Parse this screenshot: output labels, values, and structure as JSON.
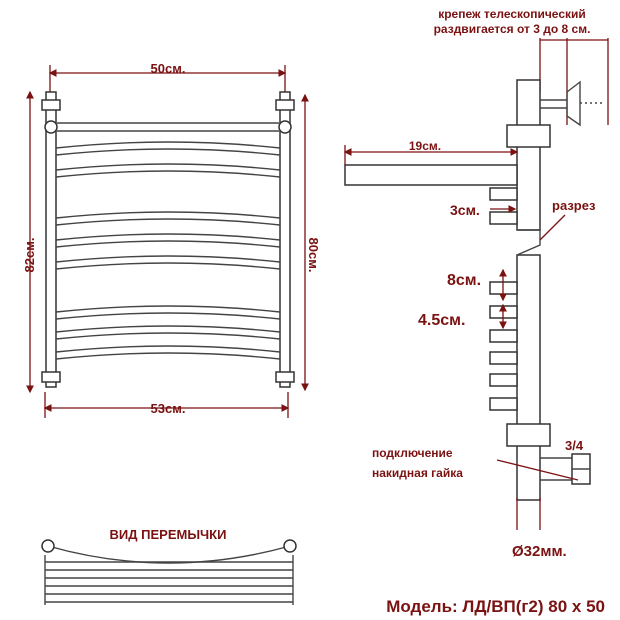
{
  "front_view": {
    "width_top": "50см.",
    "width_bottom": "53см.",
    "height_left": "82см.",
    "height_right": "80см."
  },
  "side_view": {
    "mount_note_line1": "крепеж телескопический",
    "mount_note_line2": "раздвигается от 3 до 8 см.",
    "depth": "19см.",
    "stub_gap": "3см.",
    "cut_label": "разрез",
    "spacing_large": "8см.",
    "spacing_small": "4.5см.",
    "connection_line1": "подключение",
    "connection_line2": "накидная гайка",
    "thread": "3/4",
    "pipe_diameter": "Ø32мм."
  },
  "jumper_view": {
    "title": "ВИД ПЕРЕМЫЧКИ"
  },
  "model": {
    "label": "Модель: ЛД/ВП(г2) 80 х 50"
  },
  "colors": {
    "annotation": "#7a1212",
    "outline": "#333333"
  }
}
